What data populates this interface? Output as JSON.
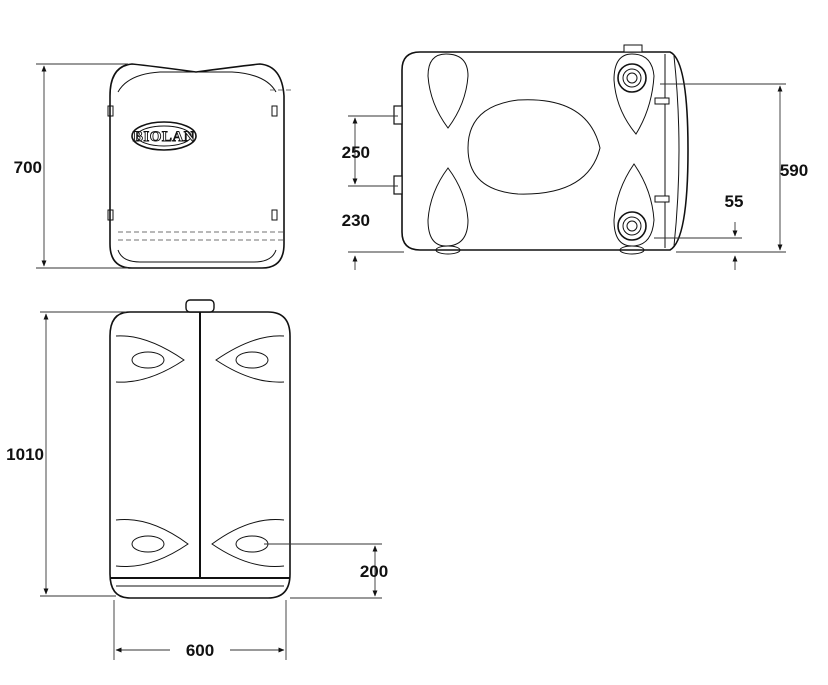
{
  "brand_label": "BIOLAN",
  "dimensions": {
    "height_side": "700",
    "inlet_spacing": "250",
    "inlet_height": "230",
    "outlet_height": "590",
    "outlet_offset": "55",
    "length_top": "1010",
    "outlet_pos_top": "200",
    "width_top": "600"
  }
}
